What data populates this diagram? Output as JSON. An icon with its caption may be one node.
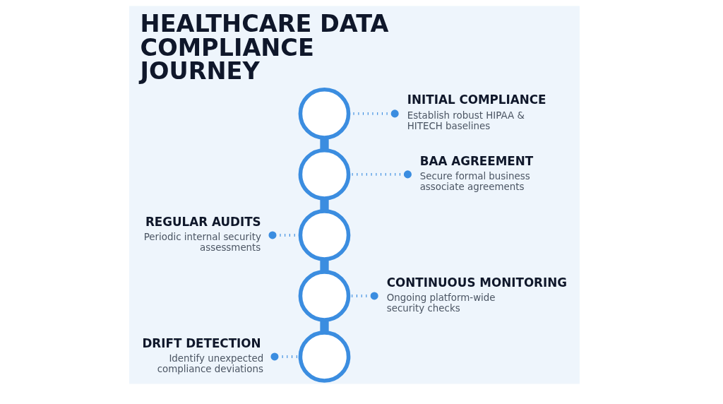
{
  "diagram": {
    "title": "HEALTHCARE DATA COMPLIANCE JOURNEY",
    "nodes": [
      {
        "text": [
          "INITIAL COMPLIANCE",
          "Establish robust HIPAA & HITECH baselines"
        ]
      },
      {
        "text": [],
        "shape": "circle"
      },
      {
        "text": [
          "BAA AGREEMENT",
          "Secure formal business associate agreements"
        ]
      },
      {
        "text": [],
        "shape": "circle"
      },
      {
        "text": [
          "REGULAR AUDITS",
          "Periodic internal security assessments"
        ]
      },
      {
        "text": [],
        "shape": "circle"
      },
      {
        "text": [
          "CONTINUOUS MONITORING",
          "Ongoing platform-wide security checks"
        ]
      },
      {
        "text": [],
        "shape": "circle"
      },
      {
        "text": [
          "DRIFT DETECTION",
          "Identify unexpected compliance deviations"
        ]
      },
      {
        "text": [],
        "shape": "circle"
      }
    ],
    "edges": [
      {
        "from": 1,
        "to": 3,
        "arrow": "none",
        "style": "thick"
      },
      {
        "from": 3,
        "to": 5,
        "arrow": "none",
        "style": "thick"
      },
      {
        "from": 5,
        "to": 7,
        "arrow": "none",
        "style": "thick"
      },
      {
        "from": 7,
        "to": 9,
        "arrow": "none",
        "style": "thick"
      },
      {
        "from": 0,
        "to": 1,
        "arrow": "other",
        "style": "dashed"
      },
      {
        "from": 2,
        "to": 3,
        "arrow": "other",
        "style": "dashed"
      },
      {
        "from": 4,
        "to": 5,
        "arrow": "other",
        "style": "dashed"
      },
      {
        "from": 6,
        "to": 7,
        "arrow": "other",
        "style": "dashed"
      },
      {
        "from": 8,
        "to": 9,
        "arrow": "other",
        "style": "dashed"
      }
    ]
  }
}
